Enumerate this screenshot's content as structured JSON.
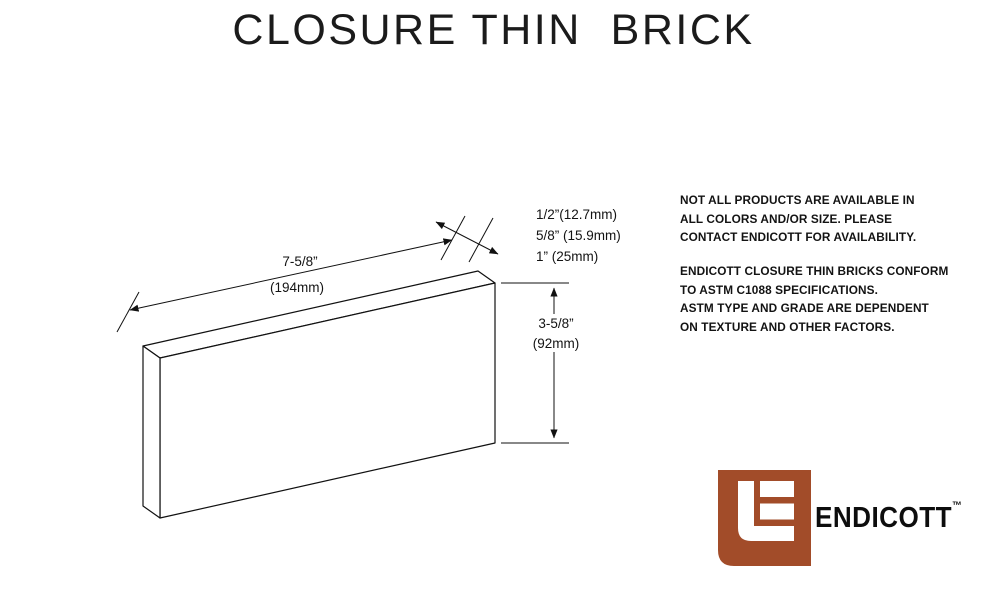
{
  "title": "CLOSURE THIN  BRICK",
  "dimensions": {
    "length_in": "7-5/8”",
    "length_mm": "(194mm)",
    "thickness_options": [
      "1/2”(12.7mm)",
      "5/8” (15.9mm)",
      "1” (25mm)"
    ],
    "height_in": "3-5/8”",
    "height_mm": "(92mm)"
  },
  "notes": {
    "availability_lines": [
      "NOT ALL PRODUCTS ARE AVAILABLE IN",
      "ALL COLORS AND/OR SIZE. PLEASE",
      "CONTACT ENDICOTT FOR AVAILABILITY."
    ],
    "spec_lines": [
      "ENDICOTT CLOSURE THIN BRICKS CONFORM",
      "TO ASTM C1088 SPECIFICATIONS.",
      "ASTM TYPE AND GRADE ARE DEPENDENT",
      "ON TEXTURE AND OTHER FACTORS."
    ]
  },
  "logo": {
    "brand": "ENDICOTT",
    "trademark": "™",
    "brand_color": "#A24C29"
  }
}
